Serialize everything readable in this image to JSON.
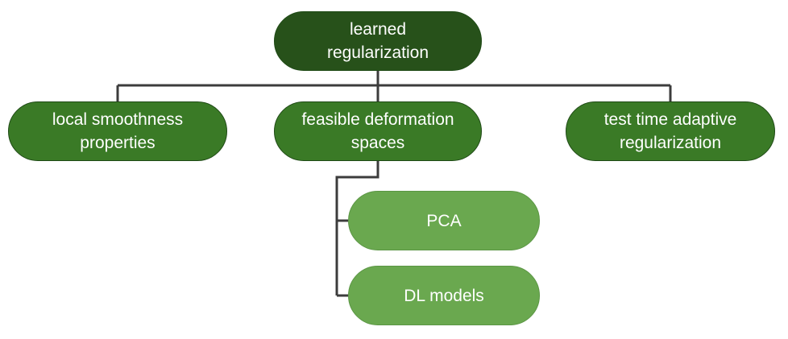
{
  "diagram": {
    "root": {
      "label": "learned\nregularization"
    },
    "children": [
      {
        "label": "local smoothness\nproperties"
      },
      {
        "label": "feasible deformation\nspaces",
        "children": [
          {
            "label": "PCA"
          },
          {
            "label": "DL models"
          }
        ]
      },
      {
        "label": "test time adaptive\nregularization"
      }
    ]
  },
  "colors": {
    "root_fill": "#27511a",
    "level1_fill": "#3a7a26",
    "level2_fill": "#6aa84f",
    "connector": "#3c3c3c"
  }
}
